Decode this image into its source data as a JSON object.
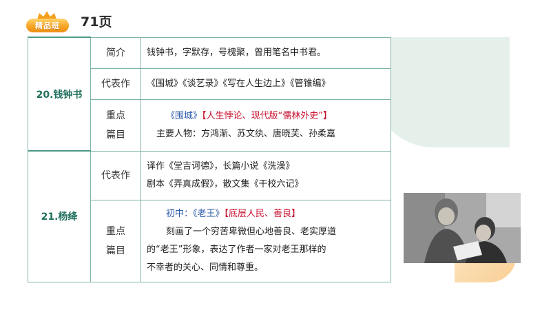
{
  "badge": {
    "label": "精品班"
  },
  "page": {
    "title": "71页"
  },
  "table": {
    "zhong": {
      "name": "20.钱钟书",
      "intro_label": "简介",
      "intro_text": "钱钟书，字默存，号槐聚，曾用笔名中书君。",
      "works_label": "代表作",
      "works_text": "《围城》《谈艺录》《写在人生边上》《管锥编》",
      "key_label_1": "重点",
      "key_label_2": "篇目",
      "key_work": "《围城》",
      "key_bracket_open": "【",
      "key_theme": "人生悖论、现代版“儒林外史”",
      "key_bracket_close": "】",
      "key_chars": "主要人物：方鸿渐、苏文纨、唐晓芙、孙柔嘉"
    },
    "yang": {
      "name": "21.杨绛",
      "works_label": "代表作",
      "works_line1": "译作《堂吉诃德》，长篇小说《洗澡》",
      "works_line2": "剧本《弄真成假》，散文集《干校六记》",
      "key_label_1": "重点",
      "key_label_2": "篇目",
      "key_prefix": "初中：《老王》",
      "key_bracket_open": "【",
      "key_theme": "底层人民、善良",
      "key_bracket_close": "】",
      "key_desc_1": "刻画了一个穷苦卑微但心地善良、老实厚道",
      "key_desc_2": "的“老王”形象，表达了作者一家对老王那样的",
      "key_desc_3": "不幸者的关心、同情和尊重。"
    }
  },
  "colors": {
    "accent": "#1f6f5c",
    "highlight": "#c8102e",
    "link": "#2a5aa8"
  }
}
